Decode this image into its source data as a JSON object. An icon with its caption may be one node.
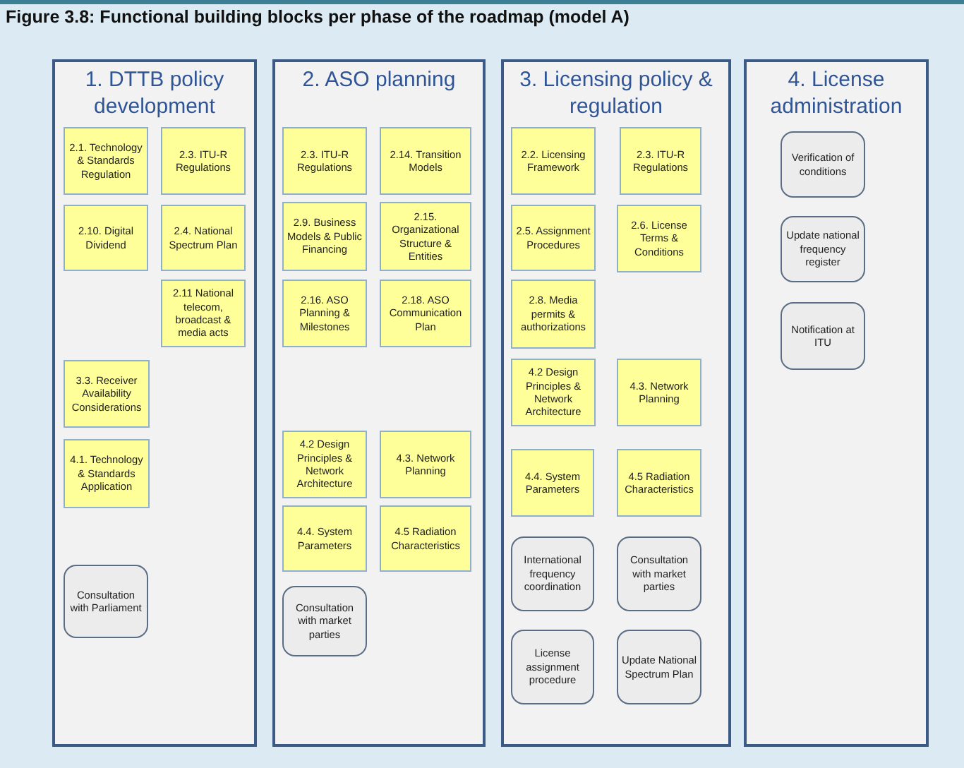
{
  "diagram": {
    "title": "Figure 3.8: Functional building blocks per phase of the roadmap (model A)",
    "nodes": [
      {
        "text": [
          "1. DTTB policy development"
        ]
      },
      {
        "text": [
          "2.1. Technology & Standards Regulation"
        ],
        "in": 0
      },
      {
        "text": [
          "2.3. ITU-R Regulations"
        ],
        "in": 0
      },
      {
        "text": [
          "2.10. Digital Dividend"
        ],
        "in": 0
      },
      {
        "text": [
          "2.4. National Spectrum Plan"
        ],
        "in": 0
      },
      {
        "text": [
          "2.11 National telecom, broadcast & media acts"
        ],
        "in": 0
      },
      {
        "text": [
          "3.3. Receiver Availability Considerations"
        ],
        "in": 0
      },
      {
        "text": [
          "4.1. Technology & Standards Application"
        ],
        "in": 0
      },
      {
        "text": [
          "Consultation with Parliament"
        ],
        "in": 0
      },
      {
        "text": [
          "2. ASO planning"
        ]
      },
      {
        "text": [
          "2.3. ITU-R Regulations"
        ],
        "in": 9
      },
      {
        "text": [
          "2.14. Transition Models"
        ],
        "in": 9
      },
      {
        "text": [
          "2.9. Business Models & Public Financing"
        ],
        "in": 9
      },
      {
        "text": [
          "2.15. Organizational Structure & Entities"
        ],
        "in": 9
      },
      {
        "text": [
          "2.16. ASO Planning & Milestones"
        ],
        "in": 9
      },
      {
        "text": [
          "2.18. ASO Communication Plan"
        ],
        "in": 9
      },
      {
        "text": [
          "4.2 Design Principles & Network Architecture"
        ],
        "in": 9
      },
      {
        "text": [
          "4.3. Network Planning"
        ],
        "in": 9
      },
      {
        "text": [
          "4.4. System Parameters"
        ],
        "in": 9
      },
      {
        "text": [
          "4.5 Radiation Characteristics"
        ],
        "in": 9
      },
      {
        "text": [
          "Consultation with market parties"
        ],
        "in": 9
      },
      {
        "text": [
          "3. Licensing policy & regulation"
        ]
      },
      {
        "text": [
          "2.2. Licensing Framework"
        ],
        "in": 21
      },
      {
        "text": [
          "2.3. ITU-R Regulations"
        ],
        "in": 21
      },
      {
        "text": [
          "2.5. Assignment Procedures"
        ],
        "in": 21
      },
      {
        "text": [
          "2.6. License Terms & Conditions"
        ],
        "in": 21
      },
      {
        "text": [
          "2.8. Media permits & authorizations"
        ],
        "in": 21
      },
      {
        "text": [
          "4.2 Design Principles & Network Architecture"
        ],
        "in": 21
      },
      {
        "text": [
          "4.3. Network Planning"
        ],
        "in": 21
      },
      {
        "text": [
          "4.4. System Parameters"
        ],
        "in": 21
      },
      {
        "text": [
          "4.5 Radiation Characteristics"
        ],
        "in": 21
      },
      {
        "text": [
          "International frequency coordination"
        ],
        "in": 21
      },
      {
        "text": [
          "Consultation with market parties"
        ],
        "in": 21
      },
      {
        "text": [
          "License assignment procedure"
        ],
        "in": 21
      },
      {
        "text": [
          "Update National Spectrum Plan"
        ],
        "in": 21
      },
      {
        "text": [
          "4. License administration"
        ]
      },
      {
        "text": [
          "Verification of conditions"
        ],
        "in": 35
      },
      {
        "text": [
          "Update national frequency register"
        ],
        "in": 35
      },
      {
        "text": [
          "Notification at ITU"
        ],
        "in": 35
      }
    ]
  }
}
